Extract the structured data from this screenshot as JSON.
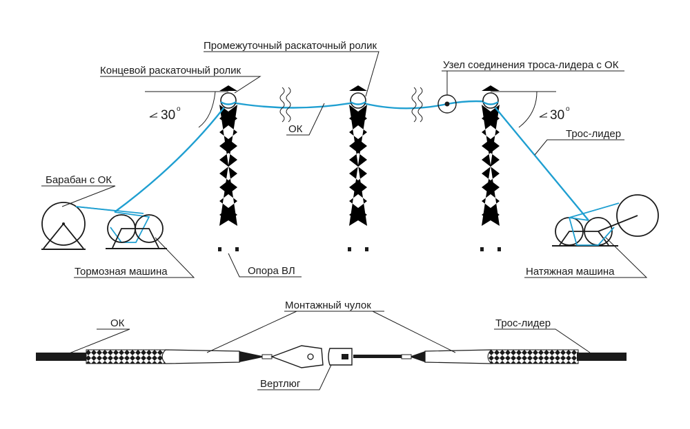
{
  "labels": {
    "intermediate_roller": "Промежуточный раскаточный ролик",
    "end_roller": "Концевой раскаточный ролик",
    "joint_node": "Узел соединения троса-лидера с ОК",
    "ok_top": "ОК",
    "angle_left": "30",
    "angle_right": "30",
    "angle_degree": "o",
    "lead_rope_top": "Трос-лидер",
    "drum": "Барабан с ОК",
    "brake_machine": "Тормозная машина",
    "tower": "Опора ВЛ",
    "tension_machine": "Натяжная машина",
    "mounting_sock": "Монтажный чулок",
    "ok_bottom": "ОК",
    "lead_rope_bottom": "Трос-лидер",
    "swivel": "Вертлюг"
  },
  "colors": {
    "cable": "#1f9fd1",
    "line": "#1a1a1a"
  }
}
